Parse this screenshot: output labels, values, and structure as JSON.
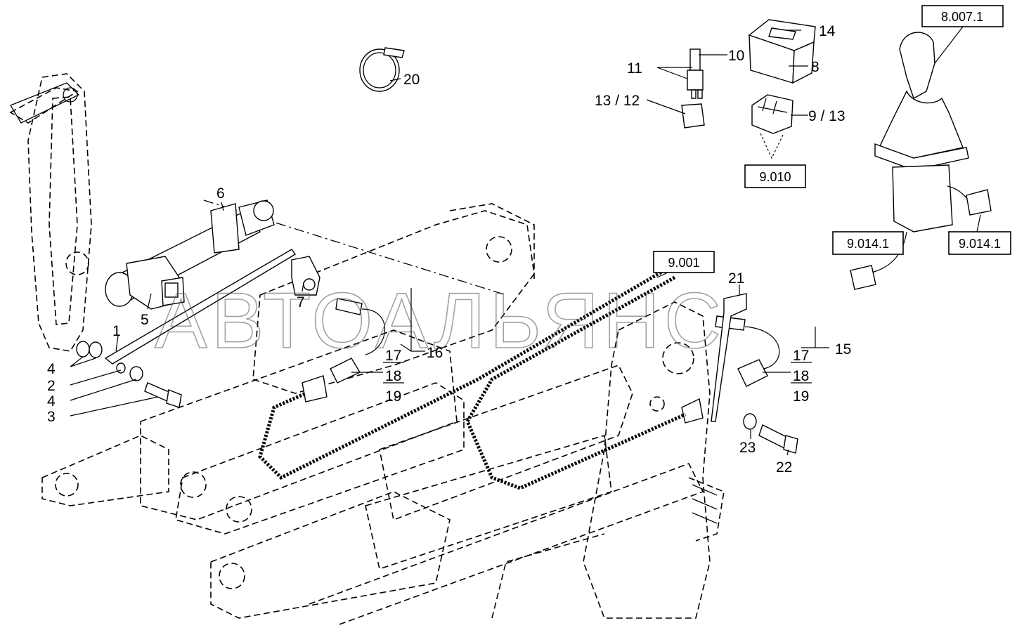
{
  "watermark": "АВТОАЛЬЯНС",
  "callouts": {
    "c1": "1",
    "c2": "2",
    "c3": "3",
    "c4a": "4",
    "c4b": "4",
    "c5": "5",
    "c6": "6",
    "c7": "7",
    "c8": "8",
    "c10": "10",
    "c11": "11",
    "c13_12": "13 / 12",
    "c14": "14",
    "c15": "15",
    "c16": "16",
    "c17a": "17",
    "c18a": "18",
    "c19a": "19",
    "c17b": "17",
    "c18b": "18",
    "c19b": "19",
    "c20": "20",
    "c21": "21",
    "c22": "22",
    "c23": "23",
    "c9_13": "9 / 13"
  },
  "references": {
    "r8007": "8.007.1",
    "r9010": "9.010",
    "r9001": "9.001",
    "r9014a": "9.014.1",
    "r9014b": "9.014.1"
  }
}
